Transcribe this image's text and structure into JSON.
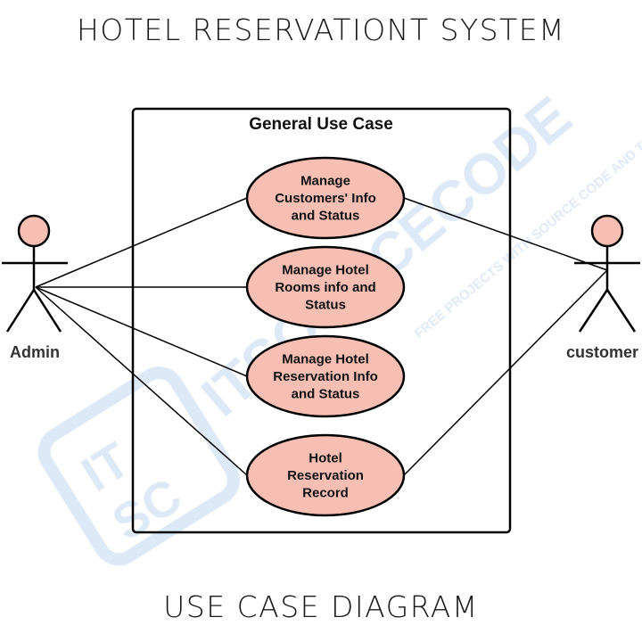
{
  "titles": {
    "top": "HOTEL RESERVATIONT SYSTEM",
    "bottom": "USE CASE DIAGRAM"
  },
  "boundary": {
    "label": "General Use Case"
  },
  "actors": {
    "admin": {
      "label": "Admin"
    },
    "customer": {
      "label": "customer"
    }
  },
  "use_cases": [
    {
      "id": "manage-customers",
      "lines": [
        "Manage",
        "Customers' Info",
        "and Status"
      ]
    },
    {
      "id": "manage-rooms",
      "lines": [
        "Manage Hotel",
        "Rooms info and",
        "Status"
      ]
    },
    {
      "id": "manage-reservation",
      "lines": [
        "Manage Hotel",
        "Reservation Info",
        "and Status"
      ]
    },
    {
      "id": "reservation-record",
      "lines": [
        "Hotel",
        "Reservation",
        "Record"
      ]
    }
  ],
  "associations": {
    "admin": [
      "manage-customers",
      "manage-rooms",
      "manage-reservation",
      "reservation-record"
    ],
    "customer": [
      "manage-customers",
      "reservation-record"
    ]
  },
  "watermark": {
    "brand": "ITSOURCECODE",
    "tagline": "FREE PROJECTS WITH SOURCE CODE AND TUTORIALS"
  },
  "colors": {
    "use_case_fill": "#f7beb3",
    "actor_head_fill": "#f7beb3",
    "stroke": "#000000",
    "watermark": "#d8e6f7"
  }
}
